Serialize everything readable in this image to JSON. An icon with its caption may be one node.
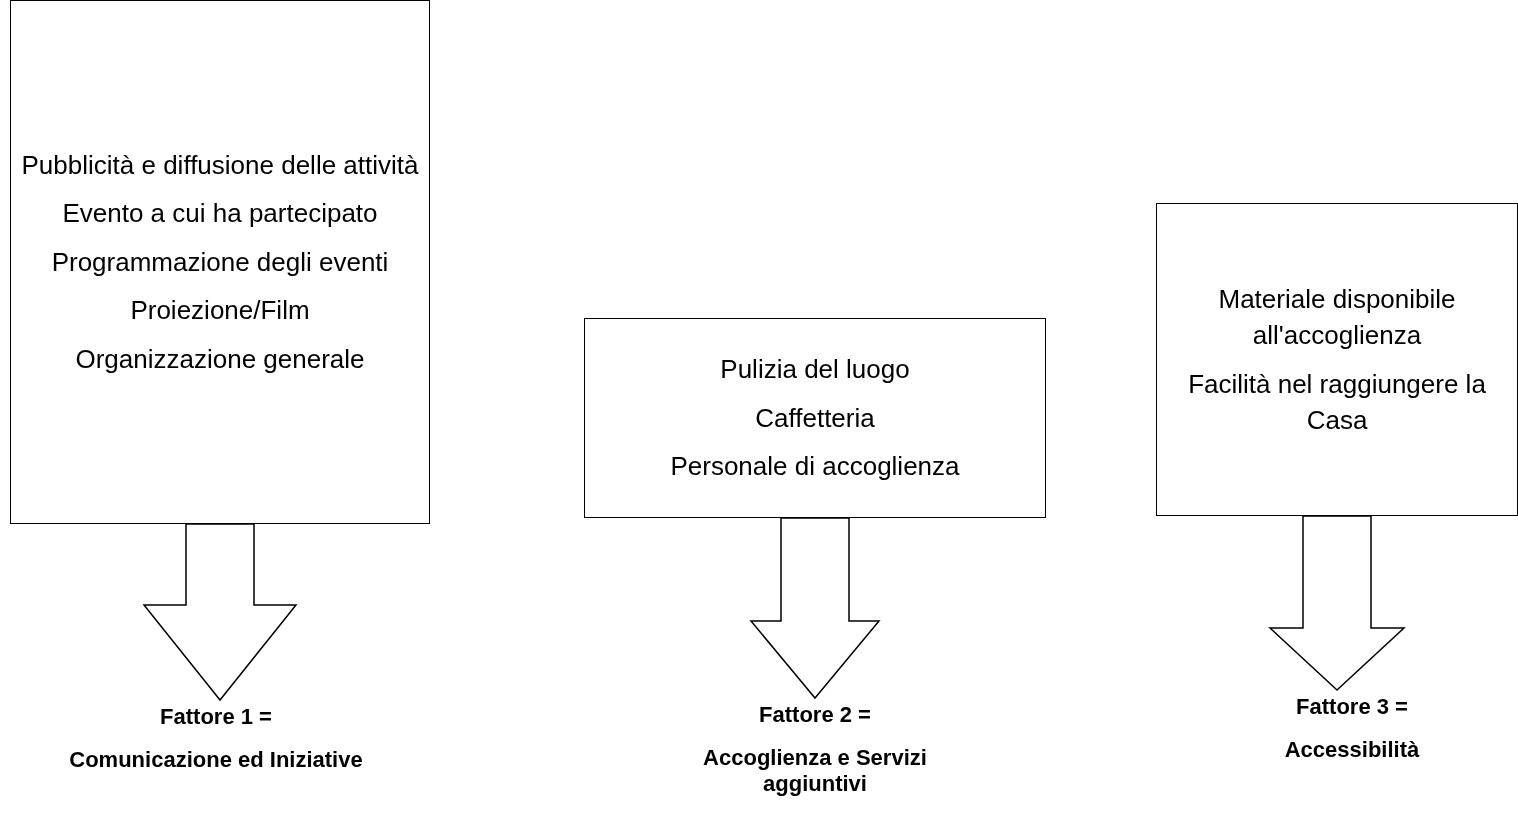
{
  "diagram": {
    "nodes": [
      {
        "text": [
          "Pubblicità e diffusione delle attività",
          "Evento a cui ha partecipato",
          "Programmazione degli eventi",
          "Proiezione/Film",
          "Organizzazione generale"
        ]
      },
      {
        "text": [
          "Fattore 1 =",
          "Comunicazione ed Iniziative"
        ]
      },
      {
        "text": [
          "Pulizia del luogo",
          "Caffetteria",
          "Personale di accoglienza"
        ]
      },
      {
        "text": [
          "Fattore 2 =",
          "Accoglienza e Servizi aggiuntivi"
        ]
      },
      {
        "text": [
          "Materiale disponibile all'accoglienza",
          "Facilità nel raggiungere la Casa"
        ]
      },
      {
        "text": [
          "Fattore 3 =",
          "Accessibilità"
        ]
      }
    ],
    "edges": [
      {
        "from": 0,
        "to": 1,
        "arrow": "to"
      },
      {
        "from": 2,
        "to": 3,
        "arrow": "to"
      },
      {
        "from": 4,
        "to": 5,
        "arrow": "to"
      }
    ]
  }
}
